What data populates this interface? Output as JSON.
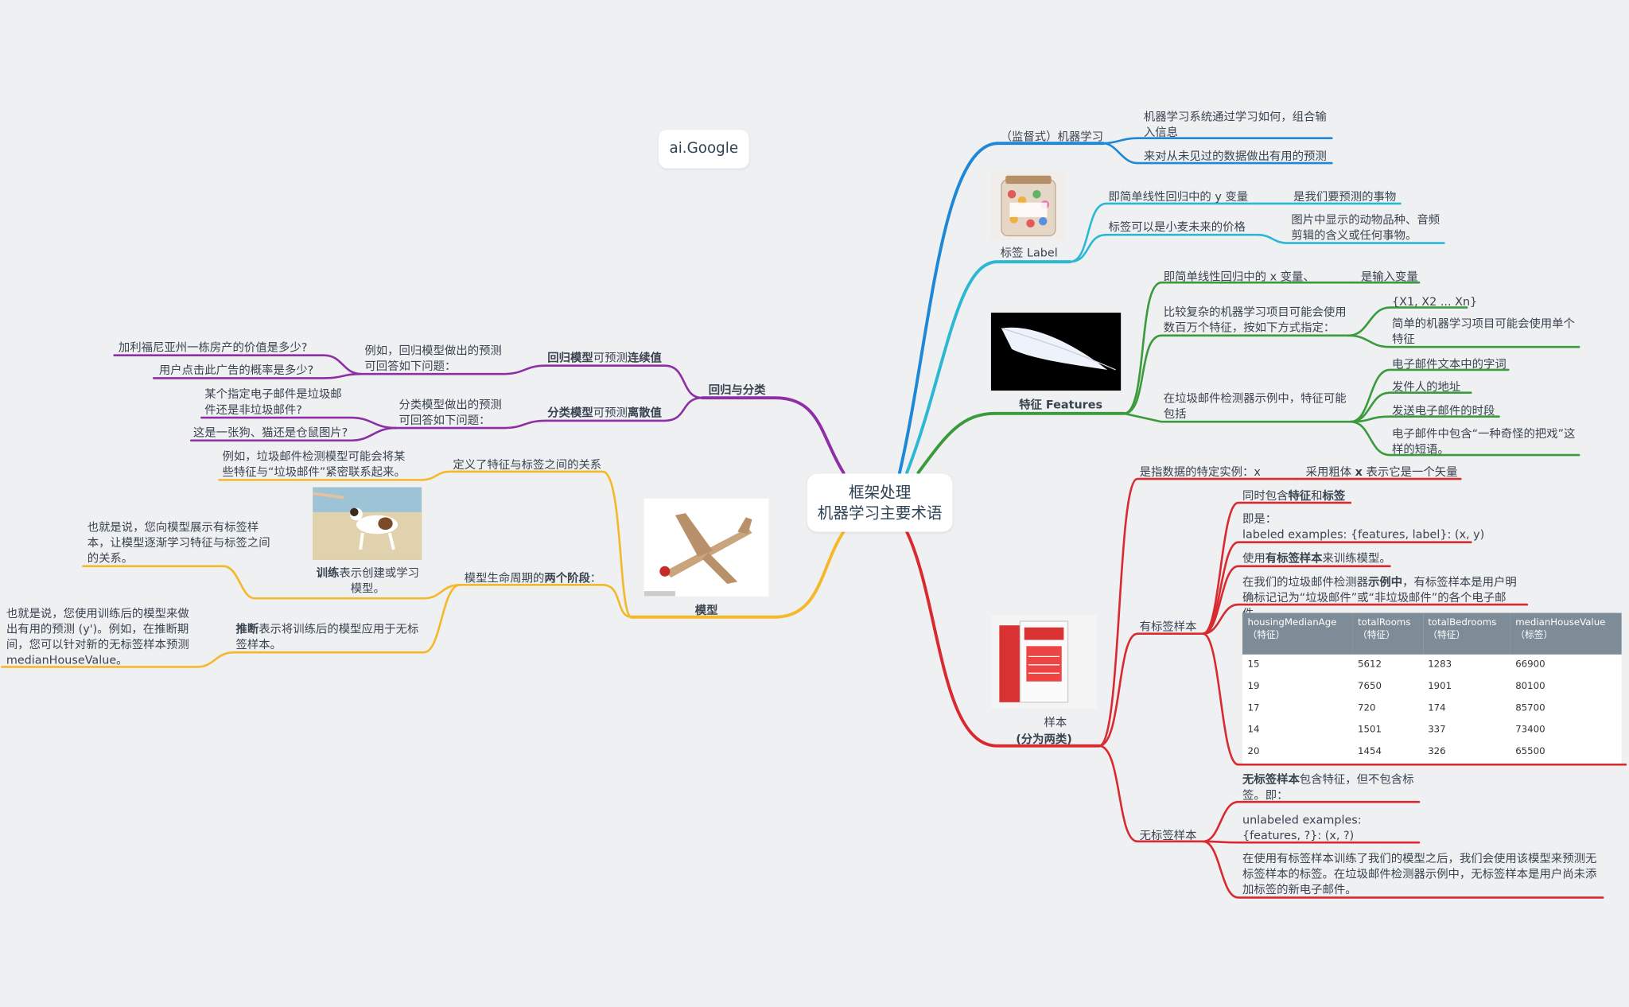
{
  "badge": "ai.Google",
  "center": {
    "line1": "框架处理",
    "line2": "机器学习主要术语"
  },
  "supervised": {
    "title": "（监督式）机器学习",
    "desc1": "机器学习系统通过学习如何，组合输入信息",
    "desc2": "来对从未见过的数据做出有用的预测"
  },
  "label": {
    "title": "标签 Label",
    "y_var": "即简单线性回归中的 y 变量",
    "y_var_desc": "是我们要预测的事物",
    "price": "标签可以是小麦未来的价格",
    "price_desc": "图片中显示的动物品种、音频剪辑的含义或任何事物。"
  },
  "features": {
    "title": "特征 Features",
    "x_var": "即简单线性回归中的 x 变量、",
    "x_var_desc": "是输入变量",
    "complex": "比较复杂的机器学习项目可能会使用数百万个特征，按如下方式指定：",
    "vector": "{X1, X2 ... Xn}",
    "simple": "简单的机器学习项目可能会使用单个特征",
    "spam": "在垃圾邮件检测器示例中，特征可能包括",
    "spam_items": [
      "电子邮件文本中的字词",
      "发件人的地址",
      "发送电子邮件的时段",
      "电子邮件中包含“一种奇怪的把戏”这样的短语。"
    ]
  },
  "samples": {
    "title": "样本",
    "subtitle": "(分为两类)",
    "instance": "是指数据的特定实例：x",
    "instance_desc_pre": "采用粗体 ",
    "instance_desc_bold": "x",
    "instance_desc_post": " 表示它是一个矢量",
    "labeled": {
      "title": "有标签样本",
      "item1_pre": "同时包含",
      "item1_bold1": "特征",
      "item1_mid": "和",
      "item1_bold2": "标签",
      "item2_line1": "即是：",
      "item2_line2": "labeled examples: {features, label}: (x, y)",
      "item3_pre": "使用",
      "item3_bold": "有标签样本",
      "item3_post": "来训练模型。",
      "item4_pre": "在我们的垃圾邮件检测器",
      "item4_bold": "示例中",
      "item4_post": "，有标签样本是用户明确标记记为“垃圾邮件”或“非垃圾邮件”的各个电子邮件。",
      "table": {
        "headers": [
          {
            "name": "housingMedianAge",
            "sub": "（特征）"
          },
          {
            "name": "totalRooms",
            "sub": "（特征）"
          },
          {
            "name": "totalBedrooms",
            "sub": "（特征）"
          },
          {
            "name": "medianHouseValue",
            "sub": "（标签）"
          }
        ],
        "rows": [
          [
            "15",
            "5612",
            "1283",
            "66900"
          ],
          [
            "19",
            "7650",
            "1901",
            "80100"
          ],
          [
            "17",
            "720",
            "174",
            "85700"
          ],
          [
            "14",
            "1501",
            "337",
            "73400"
          ],
          [
            "20",
            "1454",
            "326",
            "65500"
          ]
        ]
      }
    },
    "unlabeled": {
      "title": "无标签样本",
      "item1_bold": "无标签样本",
      "item1_post": "包含特征，但不包含标签。即：",
      "item2": "unlabeled examples: {features, ?}: (x, ?)",
      "item3": "在使用有标签样本训练了我们的模型之后，我们会使用该模型来预测无标签样本的标签。在垃圾邮件检测器示例中，无标签样本是用户尚未添加标签的新电子邮件。"
    }
  },
  "reg_cls": {
    "title": "回归与分类",
    "regression": {
      "bold1": "回归模型",
      "mid": "可预测",
      "bold2": "连续值"
    },
    "regression_q": "例如，回归模型做出的预测可回答如下问题：",
    "regression_items": [
      "加利福尼亚州一栋房产的价值是多少?",
      "用户点击此广告的概率是多少?"
    ],
    "classification": {
      "bold1": "分类模型",
      "mid": "可预测",
      "bold2": "离散值"
    },
    "classification_q": "分类模型做出的预测可回答如下问题：",
    "classification_items": [
      "某个指定电子邮件是垃圾邮件还是非垃圾邮件?",
      "这是一张狗、猫还是仓鼠图片?"
    ]
  },
  "model": {
    "title": "模型",
    "relation": "定义了特征与标签之间的关系",
    "relation_desc": "例如，垃圾邮件检测模型可能会将某些特征与“垃圾邮件”紧密联系起来。",
    "lifecycle_pre": "模型生命周期的",
    "lifecycle_bold": "两个阶段",
    "lifecycle_post": "：",
    "training_bold": "训练",
    "training_post": "表示创建或学习模型。",
    "training_desc": "也就是说，您向模型展示有标签样本，让模型逐渐学习特征与标签之间的关系。",
    "inference_bold": "推断",
    "inference_post": "表示将训练后的模型应用于无标签样本。",
    "inference_desc": "也就是说，您使用训练后的模型来做出有用的预测 (y')。例如，在推断期间，您可以针对新的无标签样本预测 medianHouseValue。"
  },
  "colors": {
    "blue": "#1e88d6",
    "cyan": "#2cb7d3",
    "green": "#3b9a3c",
    "red": "#d92a30",
    "purple": "#8e2fa6",
    "yellow": "#f5b82a"
  }
}
